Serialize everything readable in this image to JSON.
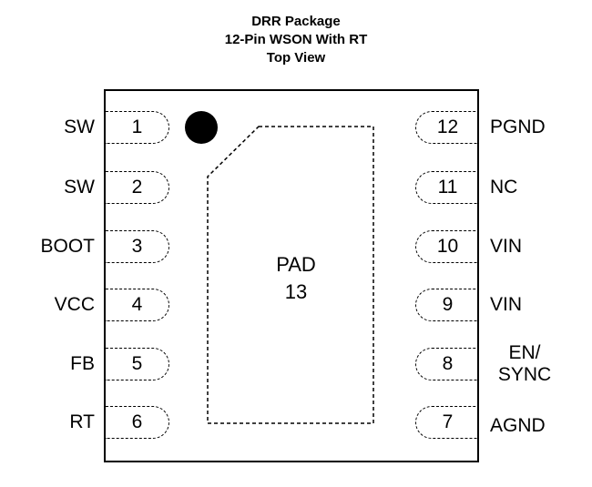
{
  "title": {
    "line1": "DRR Package",
    "line2": "12-Pin WSON With RT",
    "line3": "Top View"
  },
  "pad": {
    "name": "PAD",
    "number": "13"
  },
  "left_pins": [
    {
      "number": "1",
      "name": "SW"
    },
    {
      "number": "2",
      "name": "SW"
    },
    {
      "number": "3",
      "name": "BOOT"
    },
    {
      "number": "4",
      "name": "VCC"
    },
    {
      "number": "5",
      "name": "FB"
    },
    {
      "number": "6",
      "name": "RT"
    }
  ],
  "right_pins": [
    {
      "number": "12",
      "name": "PGND"
    },
    {
      "number": "11",
      "name": "NC"
    },
    {
      "number": "10",
      "name": "VIN"
    },
    {
      "number": "9",
      "name": "VIN"
    },
    {
      "number": "8",
      "name": "EN/\nSYNC"
    },
    {
      "number": "7",
      "name": "AGND"
    }
  ]
}
